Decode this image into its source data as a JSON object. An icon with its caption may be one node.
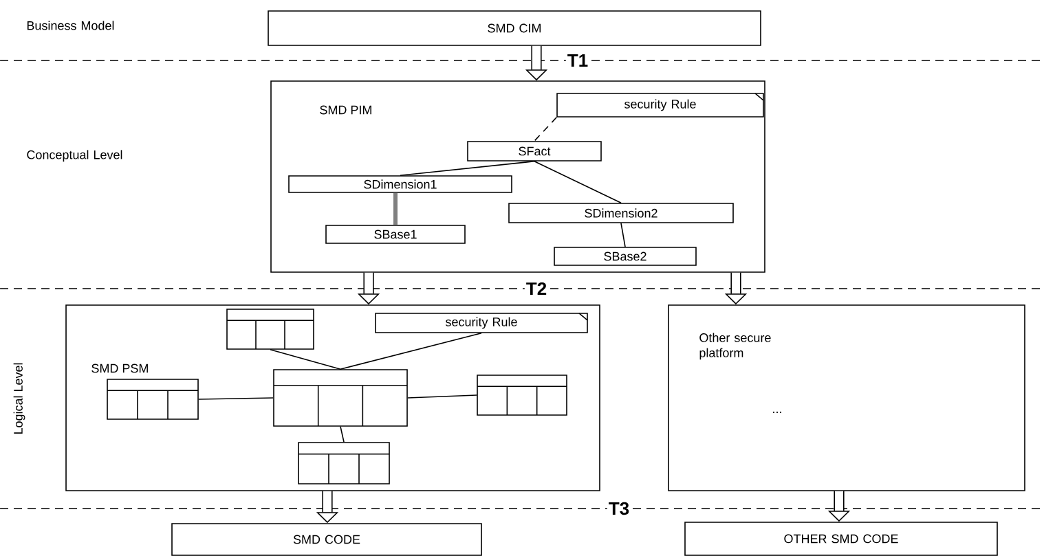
{
  "diagram": {
    "nodes": [
      {
        "text": [
          "SMD CIM"
        ]
      },
      {
        "text": [
          "SMD PIM"
        ]
      },
      {
        "text": [
          "security Rule"
        ],
        "in": 1
      },
      {
        "text": [
          "SFact"
        ],
        "in": 1
      },
      {
        "text": [
          "SDimension1"
        ],
        "in": 1
      },
      {
        "text": [
          "SDimension2"
        ],
        "in": 1
      },
      {
        "text": [
          "SBase1"
        ],
        "in": 1
      },
      {
        "text": [
          "SBase2"
        ],
        "in": 1
      },
      {
        "text": [
          "SMD PSM"
        ]
      },
      {
        "text": [],
        "shape": "box",
        "in": 8
      },
      {
        "text": [
          "security Rule"
        ],
        "in": 8
      },
      {
        "text": [],
        "shape": "box",
        "in": 8
      },
      {
        "text": [],
        "shape": "box",
        "in": 8
      },
      {
        "text": [],
        "shape": "box",
        "in": 8
      },
      {
        "text": [],
        "shape": "box",
        "in": 8
      },
      {
        "text": [
          "Other secure platform",
          "..."
        ]
      },
      {
        "text": [
          "SMD CODE"
        ]
      },
      {
        "text": [
          "OTHER SMD CODE"
        ]
      }
    ],
    "edges": [
      {
        "from": 0,
        "to": 1,
        "arrow": "to",
        "style": "thick"
      },
      {
        "from": 1,
        "to": 8,
        "arrow": "to",
        "style": "thick"
      },
      {
        "from": 1,
        "to": 15,
        "arrow": "to",
        "style": "thick"
      },
      {
        "from": 8,
        "to": 16,
        "arrow": "to",
        "style": "thick"
      },
      {
        "from": 15,
        "to": 17,
        "arrow": "to",
        "style": "thick"
      },
      {
        "from": 2,
        "to": 3,
        "arrow": "none",
        "style": "dashed"
      },
      {
        "from": 3,
        "to": 4,
        "arrow": "none"
      },
      {
        "from": 3,
        "to": 5,
        "arrow": "none"
      },
      {
        "from": 4,
        "to": 6,
        "arrow": "none",
        "style": "thick",
        "color": "#808080"
      },
      {
        "from": 5,
        "to": 7,
        "arrow": "none"
      },
      {
        "from": 9,
        "to": 12,
        "arrow": "none"
      },
      {
        "from": 10,
        "to": 12,
        "arrow": "none"
      },
      {
        "from": 11,
        "to": 12,
        "arrow": "none"
      },
      {
        "from": 12,
        "to": 13,
        "arrow": "none"
      },
      {
        "from": 12,
        "to": 14,
        "arrow": "none"
      }
    ],
    "labels": [
      "Business Model",
      "T1",
      "Conceptual Level",
      "T2",
      "Logical Level",
      "T3"
    ]
  }
}
